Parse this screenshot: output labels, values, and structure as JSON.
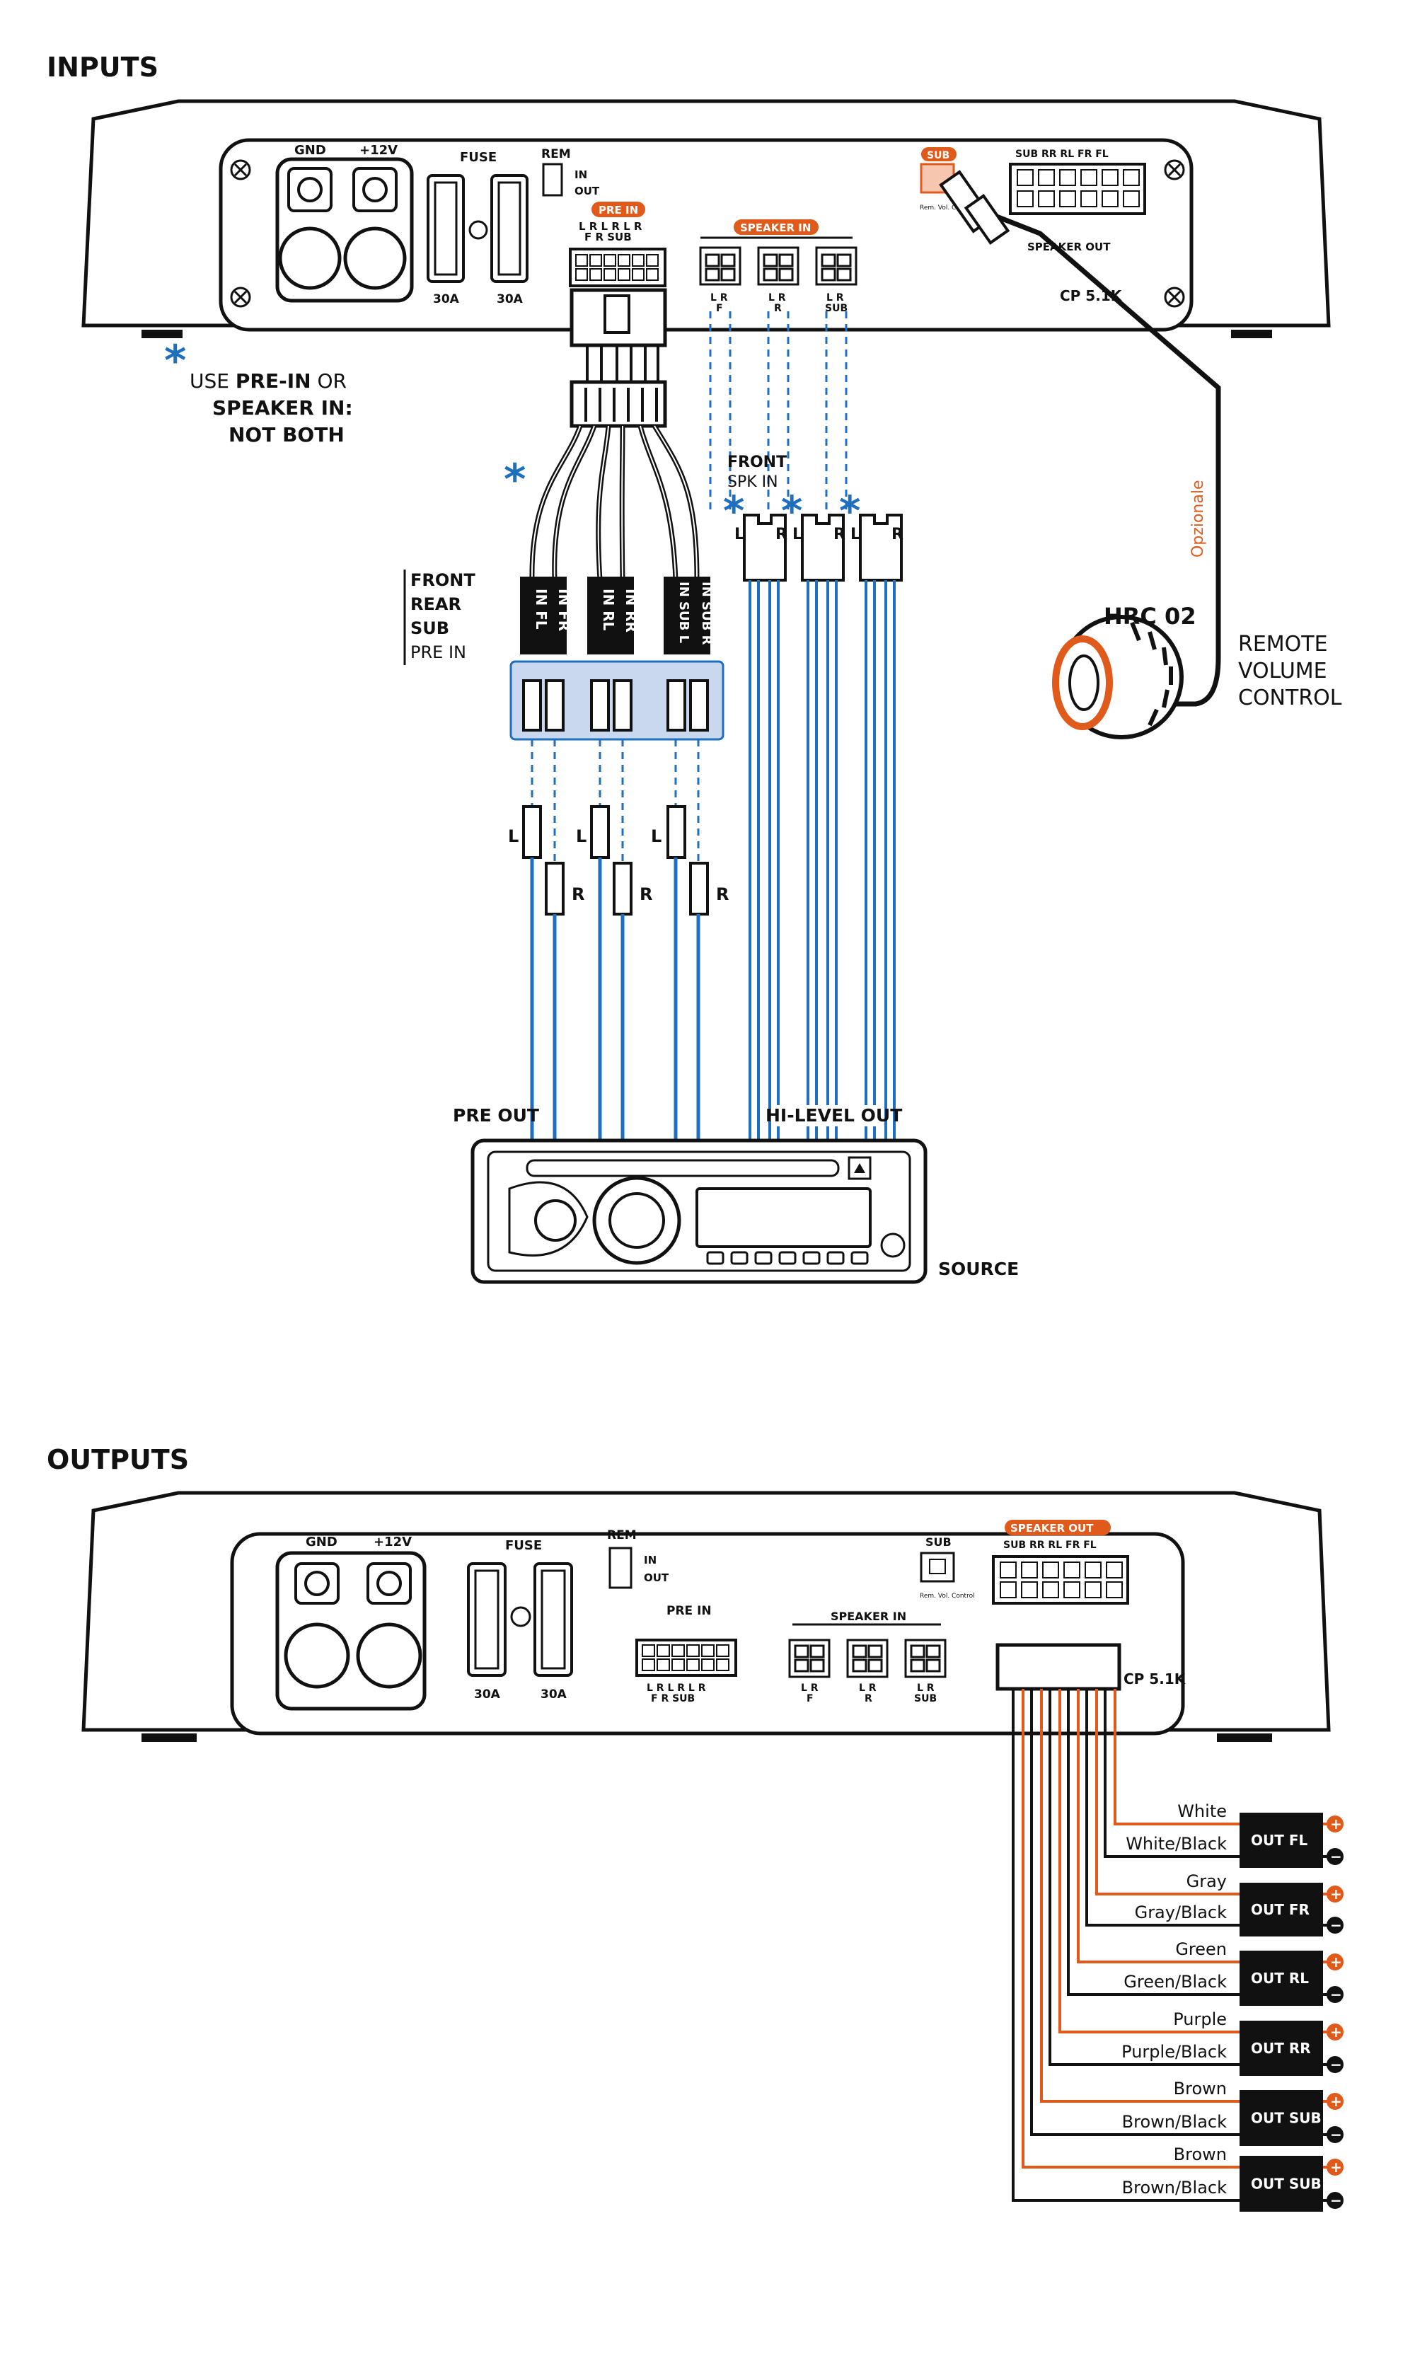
{
  "inputs": {
    "heading": "INPUTS",
    "amp": {
      "gnd": "GND",
      "v12": "+12V",
      "fuse": "FUSE",
      "fuse_a1": "30A",
      "fuse_a2": "30A",
      "rem": "REM",
      "rem_in": "IN",
      "rem_out": "OUT",
      "pre_in_badge": "PRE IN",
      "pre_in_lr": "L R L R L R",
      "pre_in_groups": "F  R  SUB",
      "speaker_in_badge": "SPEAKER IN",
      "spk_f": "F",
      "spk_r": "R",
      "spk_sub": "SUB",
      "spk_lr": "L R",
      "sub_badge": "SUB",
      "rem_vol": "Rem. Vol. Control",
      "speaker_out_channels": "SUB  RR  RL  FR  FL",
      "speaker_out": "SPEAKER OUT",
      "model": "CP 5.1K"
    },
    "note_star": "*",
    "note_line1_pre": "USE ",
    "note_line1_bold": "PRE-IN",
    "note_line1_post": " OR",
    "note_line2": "SPEAKER IN:",
    "note_line3": "NOT BOTH",
    "front_spk_in_1": "FRONT",
    "front_spk_in_2": "SPK IN",
    "pre_in_label": [
      "FRONT",
      "REAR",
      "SUB",
      "PRE IN"
    ],
    "rca_tags": [
      "IN FL",
      "IN FR",
      "IN RL",
      "IN RR",
      "IN SUB L",
      "IN SUB R"
    ],
    "lr_L": "L",
    "lr_R": "R",
    "opzionale": "Opzionale",
    "hrc": "HRC 02",
    "remote": [
      "REMOTE",
      "VOLUME",
      "CONTROL"
    ],
    "pre_out": "PRE OUT",
    "hi_level_out": "HI-LEVEL OUT",
    "source": "SOURCE"
  },
  "outputs": {
    "heading": "OUTPUTS",
    "amp": {
      "gnd": "GND",
      "v12": "+12V",
      "fuse": "FUSE",
      "fuse_a1": "30A",
      "fuse_a2": "30A",
      "rem": "REM",
      "rem_in": "IN",
      "rem_out": "OUT",
      "pre_in": "PRE IN",
      "pre_in_lr": "L R L R L R",
      "pre_in_groups": "F  R  SUB",
      "speaker_in": "SPEAKER IN",
      "spk_f": "F",
      "spk_r": "R",
      "spk_sub": "SUB",
      "spk_lr": "L R",
      "sub": "SUB",
      "rem_vol": "Rem. Vol. Control",
      "speaker_out_badge": "SPEAKER OUT",
      "speaker_out_channels": "SUB  RR  RL  FR  FL",
      "model": "CP 5.1K"
    },
    "wires": [
      {
        "plus": "White",
        "minus": "White/Black",
        "box": "OUT FL"
      },
      {
        "plus": "Gray",
        "minus": "Gray/Black",
        "box": "OUT FR"
      },
      {
        "plus": "Green",
        "minus": "Green/Black",
        "box": "OUT RL"
      },
      {
        "plus": "Purple",
        "minus": "Purple/Black",
        "box": "OUT RR"
      },
      {
        "plus": "Brown",
        "minus": "Brown/Black",
        "box": "OUT SUB"
      },
      {
        "plus": "Brown",
        "minus": "Brown/Black",
        "box": "OUT SUB"
      }
    ],
    "plus_sign": "+",
    "minus_sign": "−"
  },
  "colors": {
    "orange": "#e05a1c",
    "blue": "#1f6fbf",
    "panel_blue": "#c9d8ef"
  }
}
